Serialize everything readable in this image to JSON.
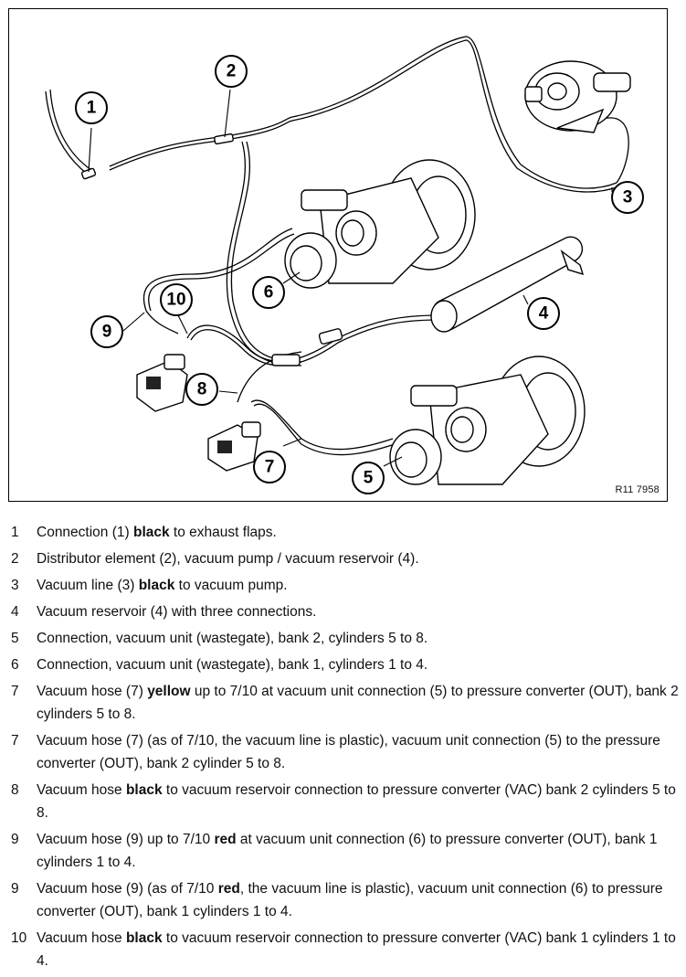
{
  "figure": {
    "reference": "R11 7958",
    "callouts": [
      "1",
      "2",
      "3",
      "4",
      "5",
      "6",
      "7",
      "8",
      "9",
      "10"
    ]
  },
  "legend": [
    {
      "num": "1",
      "parts": [
        {
          "t": "Connection (1) "
        },
        {
          "t": "black",
          "b": true
        },
        {
          "t": " to exhaust flaps."
        }
      ]
    },
    {
      "num": "2",
      "parts": [
        {
          "t": "Distributor element (2), vacuum pump / vacuum reservoir (4)."
        }
      ]
    },
    {
      "num": "3",
      "parts": [
        {
          "t": "Vacuum line (3) "
        },
        {
          "t": "black",
          "b": true
        },
        {
          "t": " to vacuum pump."
        }
      ]
    },
    {
      "num": "4",
      "parts": [
        {
          "t": "Vacuum reservoir (4) with three connections."
        }
      ]
    },
    {
      "num": "5",
      "parts": [
        {
          "t": "Connection, vacuum unit (wastegate), bank 2, cylinders 5 to 8."
        }
      ]
    },
    {
      "num": "6",
      "parts": [
        {
          "t": "Connection, vacuum unit (wastegate), bank 1, cylinders 1 to 4."
        }
      ]
    },
    {
      "num": "7",
      "parts": [
        {
          "t": "Vacuum hose (7) "
        },
        {
          "t": "yellow",
          "b": true
        },
        {
          "t": " up to 7/10 at vacuum unit connection (5) to pressure converter (OUT), bank 2 cylinders 5 to 8."
        }
      ],
      "double": true
    },
    {
      "num": "7",
      "parts": [
        {
          "t": "Vacuum hose (7) (as of 7/10, the vacuum line is plastic), vacuum unit connection (5) to the pressure converter (OUT), bank 2 cylinder 5 to 8."
        }
      ],
      "double": true
    },
    {
      "num": "8",
      "parts": [
        {
          "t": "Vacuum hose "
        },
        {
          "t": "black",
          "b": true
        },
        {
          "t": " to vacuum reservoir connection to pressure converter (VAC) bank 2 cylinders 5 to 8."
        }
      ],
      "double": true
    },
    {
      "num": "9",
      "parts": [
        {
          "t": "Vacuum hose (9) up to 7/10 "
        },
        {
          "t": "red",
          "b": true
        },
        {
          "t": " at vacuum unit connection (6) to pressure converter (OUT), bank 1 cylinders 1 to 4."
        }
      ],
      "double": true
    },
    {
      "num": "9",
      "parts": [
        {
          "t": "Vacuum hose (9) (as of 7/10 "
        },
        {
          "t": "red",
          "b": true
        },
        {
          "t": ", the vacuum line is plastic), vacuum unit connection (6) to pressure converter (OUT), bank 1 cylinders 1 to 4."
        }
      ],
      "double": true
    },
    {
      "num": "10",
      "parts": [
        {
          "t": "Vacuum hose "
        },
        {
          "t": "black",
          "b": true
        },
        {
          "t": " to vacuum reservoir connection to pressure converter (VAC) bank 1 cylinders 1 to 4."
        }
      ],
      "double": true
    }
  ]
}
